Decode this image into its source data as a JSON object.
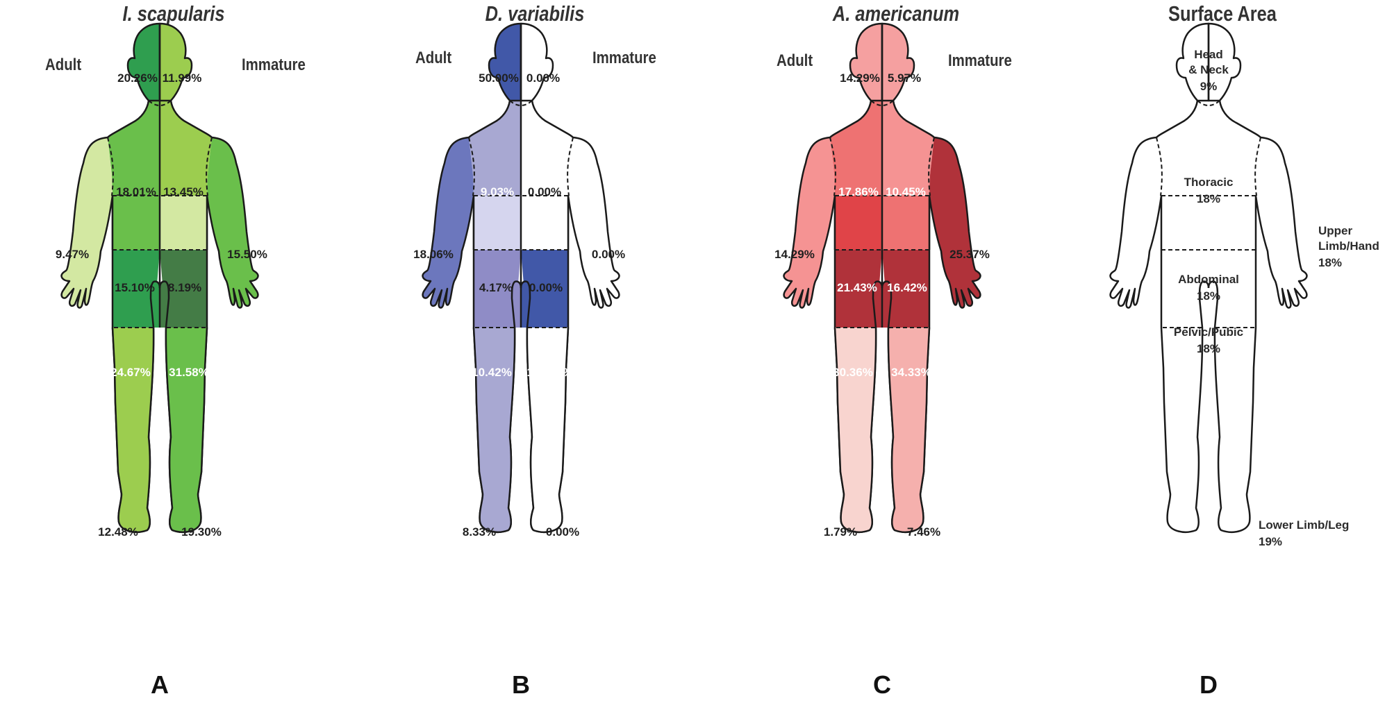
{
  "outline_color": "#1a1a1a",
  "panels": [
    {
      "id": "A",
      "title": "I. scapularis",
      "adult_label": "Adult",
      "immature_label": "Immature",
      "letter": "A",
      "regions": {
        "head": {
          "adult": {
            "value": "20.26%",
            "color": "#2f9e4f",
            "text": "#1f1f1f"
          },
          "immature": {
            "value": "11.99%",
            "color": "#9ccd4f",
            "text": "#1f1f1f"
          }
        },
        "thoracic": {
          "adult": {
            "value": "18.01%",
            "color": "#6abf4b",
            "text": "#1f1f1f"
          },
          "immature": {
            "value": "13.45%",
            "color": "#9ccd4f",
            "text": "#1f1f1f"
          }
        },
        "arm": {
          "adult": {
            "value": "9.47%",
            "color": "#d3e8a2",
            "text": "#1f1f1f"
          },
          "immature": {
            "value": "15.50%",
            "color": "#6abf4b",
            "text": "#1f1f1f"
          }
        },
        "abdominal": {
          "adult": {
            "value": "15.10%",
            "color": "#6abf4b",
            "text": "#1f1f1f"
          },
          "immature": {
            "value": "8.19%",
            "color": "#d3e8a2",
            "text": "#1f1f1f"
          }
        },
        "pelvic": {
          "adult": {
            "value": "24.67%",
            "color": "#2f9e4f",
            "text": "#ffffff"
          },
          "immature": {
            "value": "31.58%",
            "color": "#447c46",
            "text": "#ffffff"
          }
        },
        "leg": {
          "adult": {
            "value": "12.48%",
            "color": "#9ccd4f",
            "text": "#1f1f1f"
          },
          "immature": {
            "value": "19.30%",
            "color": "#6abf4b",
            "text": "#1f1f1f"
          }
        }
      }
    },
    {
      "id": "B",
      "title": "D. variabilis",
      "adult_label": "Adult",
      "immature_label": "Immature",
      "letter": "B",
      "regions": {
        "head": {
          "adult": {
            "value": "50.00%",
            "color": "#4158a8",
            "text": "#1f1f1f"
          },
          "immature": {
            "value": "0.00%",
            "color": "#ffffff",
            "text": "#1f1f1f"
          }
        },
        "thoracic": {
          "adult": {
            "value": "9.03%",
            "color": "#a8a8d2",
            "text": "#ffffff"
          },
          "immature": {
            "value": "0.00%",
            "color": "#ffffff",
            "text": "#1f1f1f"
          }
        },
        "arm": {
          "adult": {
            "value": "18.06%",
            "color": "#6c77bd",
            "text": "#1f1f1f"
          },
          "immature": {
            "value": "0.00%",
            "color": "#ffffff",
            "text": "#1f1f1f"
          }
        },
        "abdominal": {
          "adult": {
            "value": "4.17%",
            "color": "#d5d5ee",
            "text": "#1f1f1f"
          },
          "immature": {
            "value": "0.00%",
            "color": "#ffffff",
            "text": "#1f1f1f"
          }
        },
        "pelvic": {
          "adult": {
            "value": "10.42%",
            "color": "#8f8cc6",
            "text": "#ffffff"
          },
          "immature": {
            "value": "100.00%",
            "color": "#4158a8",
            "text": "#ffffff"
          }
        },
        "leg": {
          "adult": {
            "value": "8.33%",
            "color": "#a8a8d2",
            "text": "#1f1f1f"
          },
          "immature": {
            "value": "0.00%",
            "color": "#ffffff",
            "text": "#1f1f1f"
          }
        }
      }
    },
    {
      "id": "C",
      "title": "A. americanum",
      "adult_label": "Adult",
      "immature_label": "Immature",
      "letter": "C",
      "regions": {
        "head": {
          "adult": {
            "value": "14.29%",
            "color": "#f5a0a0",
            "text": "#1f1f1f"
          },
          "immature": {
            "value": "5.97%",
            "color": "#f5a0a0",
            "text": "#1f1f1f"
          }
        },
        "thoracic": {
          "adult": {
            "value": "17.86%",
            "color": "#ee7272",
            "text": "#ffffff"
          },
          "immature": {
            "value": "10.45%",
            "color": "#f59393",
            "text": "#ffffff"
          }
        },
        "arm": {
          "adult": {
            "value": "14.29%",
            "color": "#f59393",
            "text": "#1f1f1f"
          },
          "immature": {
            "value": "25.37%",
            "color": "#b0323a",
            "text": "#1f1f1f"
          }
        },
        "abdominal": {
          "adult": {
            "value": "21.43%",
            "color": "#e04448",
            "text": "#ffffff"
          },
          "immature": {
            "value": "16.42%",
            "color": "#ee7272",
            "text": "#ffffff"
          }
        },
        "pelvic": {
          "adult": {
            "value": "30.36%",
            "color": "#b0323a",
            "text": "#ffffff"
          },
          "immature": {
            "value": "34.33%",
            "color": "#b0323a",
            "text": "#ffffff"
          }
        },
        "leg": {
          "adult": {
            "value": "1.79%",
            "color": "#f8d4cf",
            "text": "#1f1f1f"
          },
          "immature": {
            "value": "7.46%",
            "color": "#f5b0ad",
            "text": "#1f1f1f"
          }
        }
      }
    }
  ],
  "surface": {
    "title": "Surface Area",
    "letter": "D",
    "head_name": "Head",
    "head_name2": "& Neck",
    "head_value": "9%",
    "thoracic_name": "Thoracic",
    "thoracic_value": "18%",
    "upper_name": "Upper",
    "upper_name2": "Limb/Hand",
    "upper_value": "18%",
    "abdominal_name": "Abdominal",
    "abdominal_value": "18%",
    "pelvic_name": "Pelvic/Pubic",
    "pelvic_value": "18%",
    "lower_name": "Lower Limb/Leg",
    "lower_value": "19%"
  }
}
